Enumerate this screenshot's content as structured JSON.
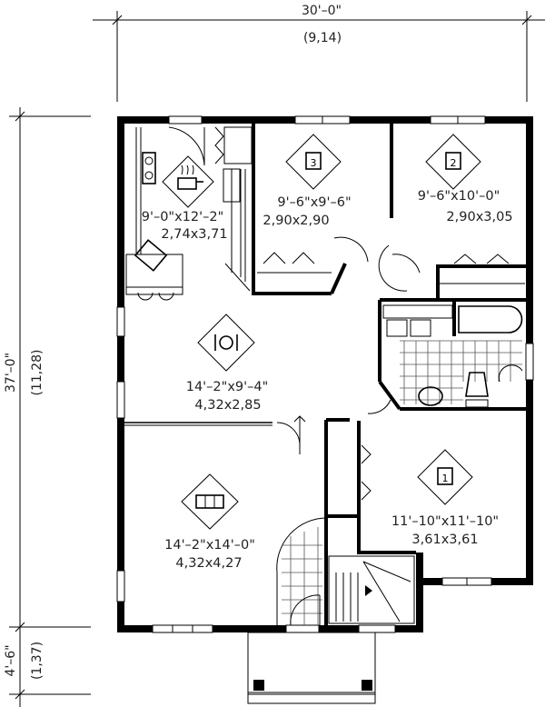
{
  "dimensions": {
    "width_imperial": "30'–0\"",
    "width_metric": "(9,14)",
    "depth_imperial": "37'–0\"",
    "depth_metric": "(11,28)",
    "porch_imperial": "4'–6\"",
    "porch_metric": "(1,37)"
  },
  "rooms": {
    "kitchen": {
      "icon": "cooking-pot-icon",
      "imperial": "9'–0\"x12'–2\"",
      "metric": "2,74x3,71"
    },
    "bedroom3": {
      "icon": "bed-3-icon",
      "number": "3",
      "imperial": "9'–6\"x9'–6\"",
      "metric": "2,90x2,90"
    },
    "bedroom2": {
      "icon": "bed-2-icon",
      "number": "2",
      "imperial": "9'–6\"x10'–0\"",
      "metric": "2,90x3,05"
    },
    "dining": {
      "icon": "plate-cutlery-icon",
      "imperial": "14'–2\"x9'–4\"",
      "metric": "4,32x2,85"
    },
    "living": {
      "icon": "sofa-icon",
      "imperial": "14'–2\"x14'–0\"",
      "metric": "4,32x4,27"
    },
    "bedroom1": {
      "icon": "bed-1-icon",
      "number": "1",
      "imperial": "11'–10\"x11'–10\"",
      "metric": "3,61x3,61"
    }
  },
  "colors": {
    "line": "#000000",
    "text": "#222222",
    "background": "#ffffff"
  }
}
